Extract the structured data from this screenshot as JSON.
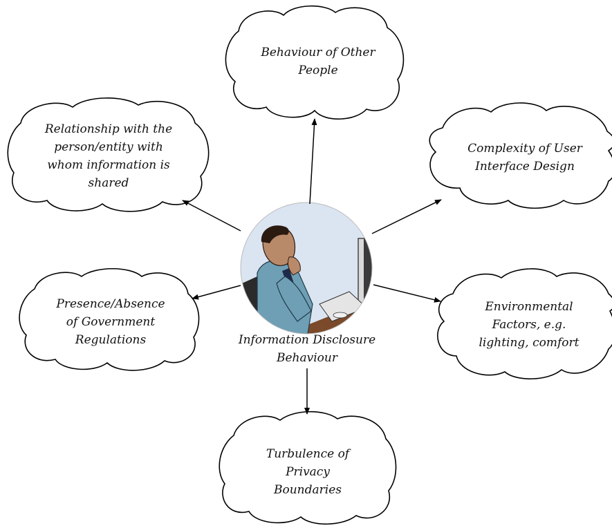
{
  "center": {
    "image": "person-at-computer-illustration",
    "lines": [
      "Information Disclosure",
      "Behaviour"
    ]
  },
  "factors": [
    {
      "id": "behaviour-others",
      "lines": [
        "Behaviour of Other",
        "People"
      ]
    },
    {
      "id": "relationship",
      "lines": [
        "Relationship with the",
        "person/entity with",
        "whom information is",
        "shared"
      ]
    },
    {
      "id": "ui-complexity",
      "lines": [
        "Complexity of User",
        "Interface Design"
      ]
    },
    {
      "id": "government",
      "lines": [
        "Presence/Absence",
        "of Government",
        "Regulations"
      ]
    },
    {
      "id": "environment",
      "lines": [
        "Environmental",
        "Factors, e.g.",
        "lighting, comfort"
      ]
    },
    {
      "id": "turbulence",
      "lines": [
        "Turbulence of",
        "Privacy",
        "Boundaries"
      ]
    }
  ],
  "colors": {
    "stroke": "#000000",
    "circle_bg": "#dbe4f1",
    "shirt": "#6f9fb5",
    "skin": "#b98a6a"
  }
}
